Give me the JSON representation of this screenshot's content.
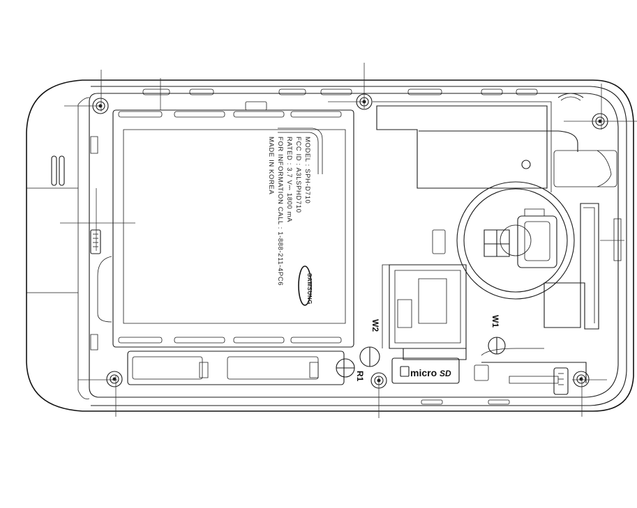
{
  "battery_label": {
    "lines": [
      "MODEL : SPH-D710",
      "FCC ID : A3LSPHD710",
      "RATED : 3.7 V⎓ 1800 mA",
      "FOR INFORMATION CALL : 1-888-211-4PC6",
      "MADE IN KOREA"
    ],
    "logo_text": "SAMSUNG"
  },
  "markers": {
    "w2": "W2",
    "w1": "W1",
    "r1": "R1"
  },
  "card_slot": {
    "brand": "micro",
    "brand_suffix": "SD"
  }
}
